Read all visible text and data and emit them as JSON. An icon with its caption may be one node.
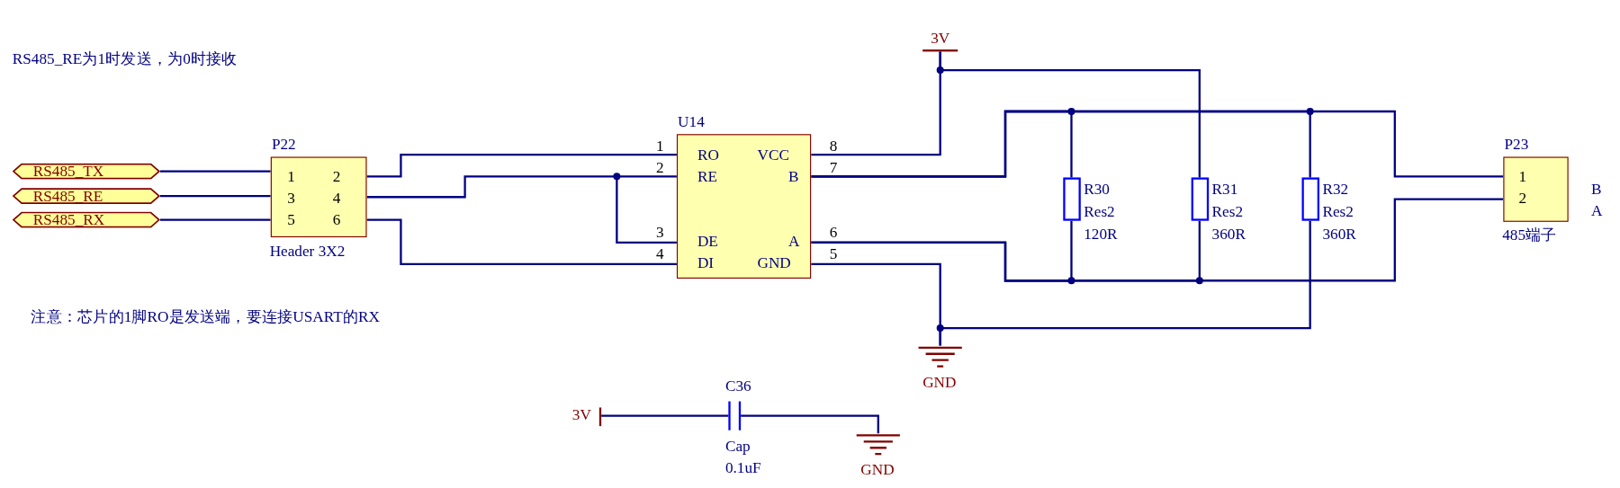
{
  "diagram": {
    "nodes": [
      {
        "text": [
          "RS485_TX"
        ]
      },
      {
        "text": [
          "RS485_RE"
        ]
      },
      {
        "text": [
          "RS485_RX"
        ]
      },
      {
        "text": [
          "P22",
          "Header 3X2"
        ]
      },
      {
        "text": [
          "U14"
        ]
      },
      {
        "text": [
          "3V"
        ]
      },
      {
        "text": [
          "R30",
          "Res2",
          "120R"
        ]
      },
      {
        "text": [
          "R31",
          "Res2",
          "360R"
        ]
      },
      {
        "text": [
          "R32",
          "Res2",
          "360R"
        ]
      },
      {
        "text": [
          "P23",
          "485端子"
        ]
      },
      {
        "text": [
          "GND"
        ]
      },
      {
        "text": [
          "3V"
        ]
      },
      {
        "text": [
          "C36",
          "Cap",
          "0.1uF"
        ]
      },
      {
        "text": [
          "GND"
        ]
      }
    ],
    "edges": [
      {
        "from": 0,
        "to": 3,
        "arrow": "none"
      },
      {
        "from": 1,
        "to": 3,
        "arrow": "none"
      },
      {
        "from": 2,
        "to": 3,
        "arrow": "none"
      },
      {
        "from": 3,
        "to": 4,
        "arrow": "none"
      },
      {
        "from": 3,
        "to": 4,
        "arrow": "none"
      },
      {
        "from": 3,
        "to": 4,
        "arrow": "none"
      },
      {
        "from": 4,
        "to": 5,
        "arrow": "none"
      },
      {
        "from": 5,
        "to": 7,
        "arrow": "none"
      },
      {
        "from": 4,
        "to": 6,
        "arrow": "none"
      },
      {
        "from": 4,
        "to": 8,
        "arrow": "none"
      },
      {
        "from": 4,
        "to": 9,
        "arrow": "none"
      },
      {
        "from": 4,
        "to": 6,
        "arrow": "none"
      },
      {
        "from": 4,
        "to": 7,
        "arrow": "none"
      },
      {
        "from": 4,
        "to": 9,
        "arrow": "none"
      },
      {
        "from": 4,
        "to": 10,
        "arrow": "none"
      },
      {
        "from": 8,
        "to": 10,
        "arrow": "none"
      },
      {
        "from": 11,
        "to": 12,
        "arrow": "none"
      },
      {
        "from": 12,
        "to": 13,
        "arrow": "none"
      }
    ],
    "labels": [
      "RS485_RE为1时发送，为0时接收",
      "1",
      "2",
      "3",
      "4",
      "5",
      "6",
      "1",
      "RO",
      "VCC",
      "8",
      "2",
      "RE",
      "B",
      "7",
      "3",
      "DE",
      "A",
      "6",
      "4",
      "DI",
      "GND",
      "5",
      "1",
      "2",
      "B",
      "A",
      "注意：芯片的1脚RO是发送端，要连接USART的RX"
    ]
  }
}
